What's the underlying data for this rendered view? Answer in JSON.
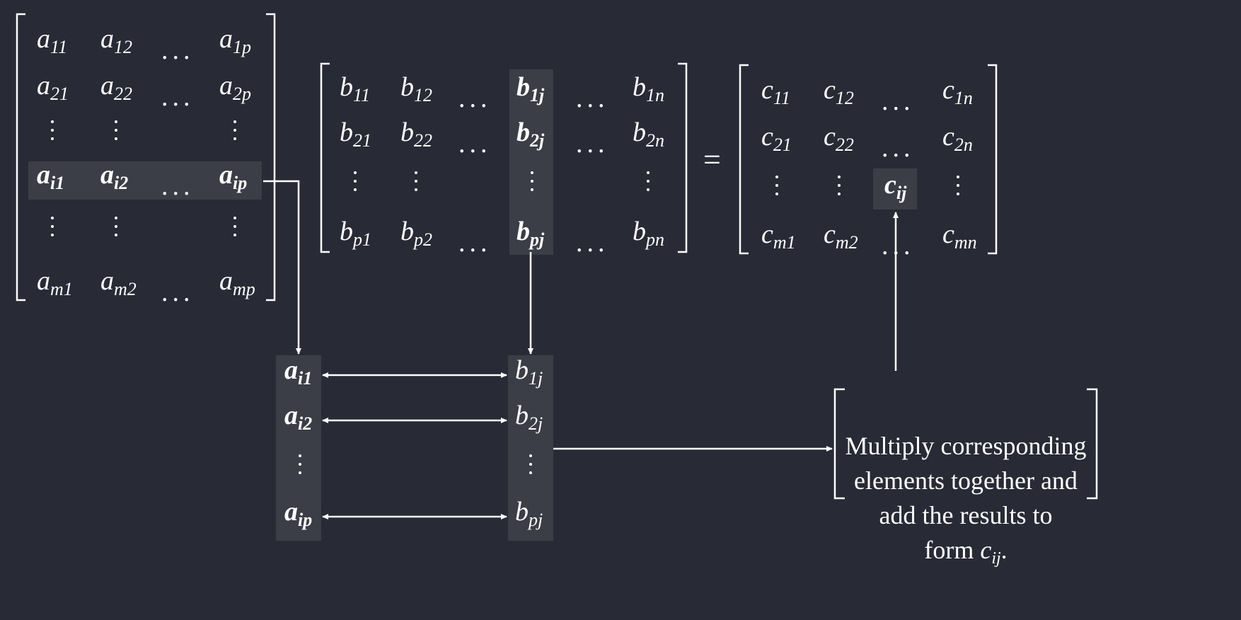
{
  "matrix_a": {
    "rows": [
      [
        "a|11",
        "a|12",
        "…",
        "a|1p"
      ],
      [
        "a|21",
        "a|22",
        "…",
        "a|2p"
      ],
      [
        "⋮",
        "⋮",
        "",
        "⋮"
      ],
      [
        "a|i1",
        "a|i2",
        "…",
        "a|ip"
      ],
      [
        "⋮",
        "⋮",
        "",
        "⋮"
      ],
      [
        "a|m1",
        "a|m2",
        "…",
        "a|mp"
      ]
    ]
  },
  "matrix_b": {
    "rows": [
      [
        "b|11",
        "b|12",
        "…",
        "b|1j",
        "…",
        "b|1n"
      ],
      [
        "b|21",
        "b|22",
        "…",
        "b|2j",
        "…",
        "b|2n"
      ],
      [
        "⋮",
        "⋮",
        "",
        "⋮",
        "",
        "⋮"
      ],
      [
        "b|p1",
        "b|p2",
        "…",
        "b|pj",
        "…",
        "b|pn"
      ]
    ]
  },
  "equals": "=",
  "matrix_c": {
    "rows": [
      [
        "c|11",
        "c|12",
        "…",
        "c|1n"
      ],
      [
        "c|21",
        "c|22",
        "…",
        "c|2n"
      ],
      [
        "⋮",
        "⋮",
        "c|ij",
        "⋮"
      ],
      [
        "c|m1",
        "c|m2",
        "…",
        "c|mn"
      ]
    ]
  },
  "extracted_row": [
    "a|i1",
    "a|i2",
    "⋮",
    "a|ip"
  ],
  "extracted_col": [
    "b|1j",
    "b|2j",
    "⋮",
    "b|pj"
  ],
  "note": {
    "line1": "Multiply corresponding",
    "line2": "elements together and",
    "line3": "add the results to",
    "line4_prefix": "form ",
    "line4_var": "c",
    "line4_sub": "ij",
    "line4_suffix": "."
  }
}
